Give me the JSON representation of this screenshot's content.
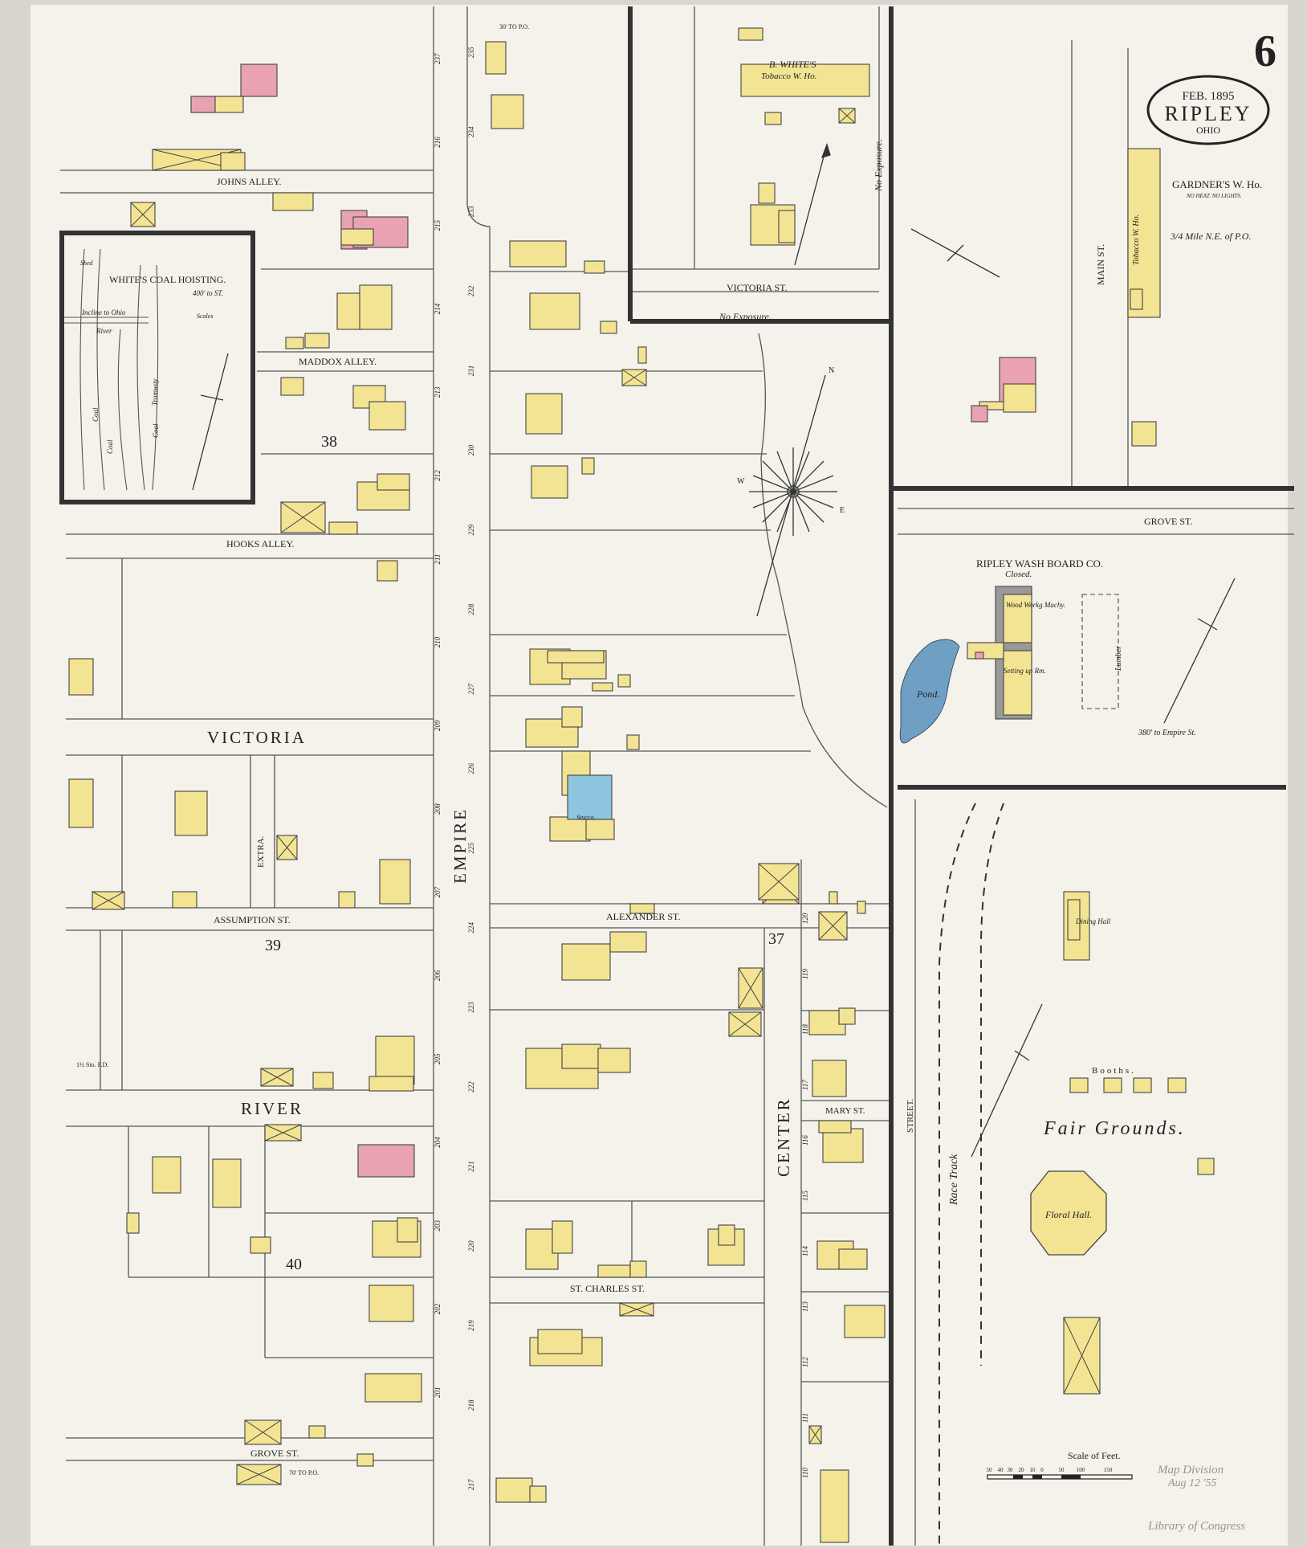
{
  "sheet": {
    "number": "6",
    "town": "RIPLEY",
    "state": "OHIO",
    "date": "FEB. 1895"
  },
  "streets": {
    "johns_alley": "JOHNS ALLEY.",
    "maddox_alley": "MADDOX ALLEY.",
    "hooks_alley": "HOOKS ALLEY.",
    "victoria": "VICTORIA",
    "victoria_st": "VICTORIA ST.",
    "assumption": "ASSUMPTION ST.",
    "river": "RIVER",
    "grove_bottom": "GROVE ST.",
    "grove_right": "GROVE ST.",
    "empire": "EMPIRE",
    "center": "CENTER",
    "main": "MAIN ST.",
    "alexander": "ALEXANDER ST.",
    "mary": "MARY ST.",
    "st_charles": "ST. CHARLES ST.",
    "street": "STREET.",
    "extra": "EXTRA."
  },
  "blocks": {
    "b37": "37",
    "b38": "38",
    "b39": "39",
    "b40": "40"
  },
  "labels": {
    "whites_tobacco": "B. WHITE'S",
    "tobacco_wh": "Tobacco W. Ho.",
    "no_exposure_vertical": "No Exposure.",
    "no_exposure_bottom": "No Exposure.",
    "whites_coal": "WHITE'S COAL HOISTING.",
    "coal_distance": "400' to ST.",
    "shed": "Shed",
    "incline": "Incline to Ohio",
    "river_small": "River",
    "coal1": "Coal",
    "coal2": "Coal",
    "tramway": "Tramway",
    "scales": "Scales",
    "gardners": "GARDNER'S W. Ho.",
    "no_heat": "NO HEAT. NO LIGHTS.",
    "mile_ne": "3/4 Mile N.E. of P.O.",
    "tobacco_wh_main": "Tobacco W. Ho.",
    "wash_board": "RIPLEY WASH BOARD CO.",
    "closed": "Closed.",
    "wood_working": "Wood Workg Machy.",
    "setting_up": "Setting up Rm.",
    "pond": "Pond.",
    "lumber": "Lumber",
    "to_empire": "380' to Empire St.",
    "stucco": "Stucco.",
    "dining_hall": "Dining Hall",
    "booths": "Booths.",
    "fair_grounds": "Fair Grounds.",
    "floral_hall": "Floral Hall.",
    "race_track": "Race Track",
    "scale_of_feet": "Scale of Feet.",
    "stamp_1": "Map Division",
    "stamp_2": "Aug 12 '55",
    "stamp_3": "Library of Congress",
    "compass_n": "N",
    "compass_e": "E",
    "compass_w": "W",
    "to_po_1": "70' TO P.O.",
    "to_po_2": "30' TO P.O.",
    "sto_fd": "1½ Sto. F.D."
  },
  "scale_ticks": [
    "50",
    "40",
    "30",
    "20",
    "10",
    "0",
    "50",
    "100",
    "150"
  ],
  "house_numbers": {
    "empire_west": [
      "237",
      "216",
      "215",
      "214",
      "213",
      "212",
      "211",
      "210",
      "209",
      "208",
      "207",
      "206",
      "205",
      "204",
      "203",
      "202",
      "201"
    ],
    "empire_east": [
      "235",
      "234",
      "233",
      "232",
      "231",
      "230",
      "229",
      "228",
      "227",
      "226",
      "225",
      "224",
      "223",
      "222",
      "221",
      "220",
      "219",
      "218",
      "217"
    ],
    "center_east": [
      "120",
      "119",
      "118",
      "117",
      "116",
      "115",
      "114",
      "113",
      "112",
      "111",
      "110"
    ]
  },
  "colors": {
    "paper": "#f3f1e9",
    "frame_stock": "#f3e493",
    "brick": "#e8a2b2",
    "stone_stucco": "#8ec5de",
    "water": "#6f9fc3",
    "ink": "#2a2a2a"
  }
}
